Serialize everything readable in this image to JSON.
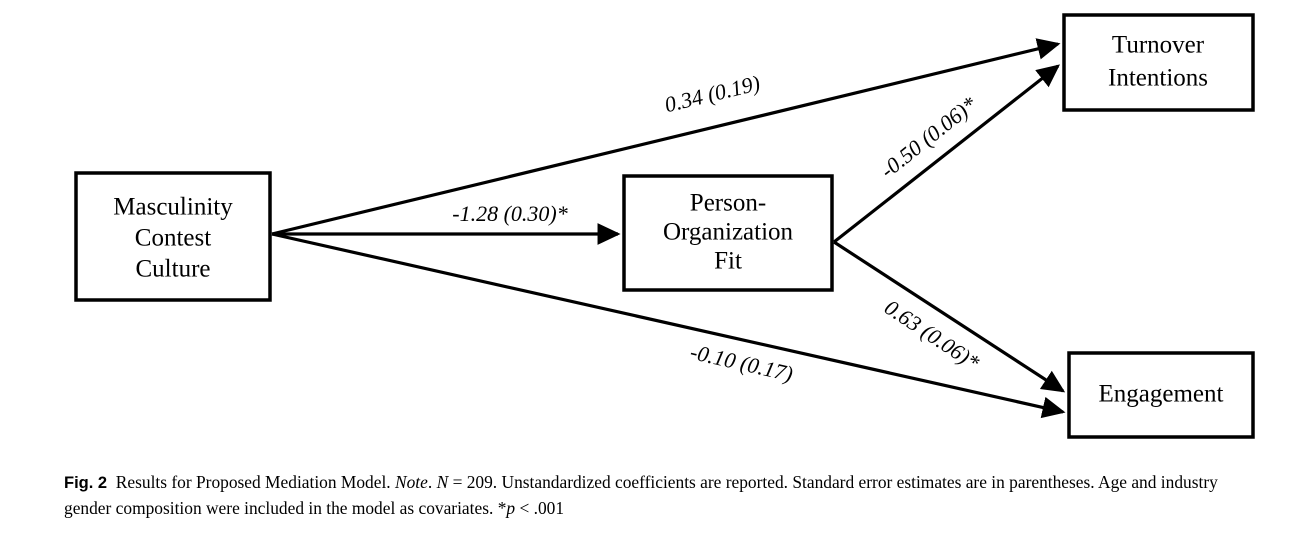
{
  "figure": {
    "type": "path-diagram",
    "nodes": [
      {
        "id": "mcc",
        "label_lines": [
          "Masculinity",
          "Contest",
          "Culture"
        ]
      },
      {
        "id": "pof",
        "label_lines": [
          "Person-",
          "Organization",
          "Fit"
        ]
      },
      {
        "id": "turnover",
        "label_lines": [
          "Turnover",
          "Intentions"
        ]
      },
      {
        "id": "engagement",
        "label_lines": [
          "Engagement"
        ]
      }
    ],
    "paths": [
      {
        "id": "mcc-to-turnover",
        "from": "mcc",
        "to": "turnover",
        "label": "0.34 (0.19)",
        "estimate": 0.34,
        "se": 0.19,
        "significant": false
      },
      {
        "id": "mcc-to-pof",
        "from": "mcc",
        "to": "pof",
        "label": "-1.28 (0.30)*",
        "estimate": -1.28,
        "se": 0.3,
        "significant": true
      },
      {
        "id": "mcc-to-engagement",
        "from": "mcc",
        "to": "engagement",
        "label": "-0.10 (0.17)",
        "estimate": -0.1,
        "se": 0.17,
        "significant": false
      },
      {
        "id": "pof-to-turnover",
        "from": "pof",
        "to": "turnover",
        "label": "-0.50 (0.06)*",
        "estimate": -0.5,
        "se": 0.06,
        "significant": true
      },
      {
        "id": "pof-to-engagement",
        "from": "pof",
        "to": "engagement",
        "label": "0.63 (0.06)*",
        "estimate": 0.63,
        "se": 0.06,
        "significant": true
      }
    ]
  },
  "caption": {
    "fig_number": "Fig. 2",
    "title": "Results for Proposed Mediation Model.",
    "note_label": "Note",
    "note_punct": ".",
    "n_symbol": "N",
    "n_value": "= 209.",
    "body": "Unstandardized coefficients are reported. Standard error estimates are in parentheses. Age and industry gender composition were included in the model as covariates.",
    "sig_star": "*",
    "sig_p": "p",
    "sig_value": "< .001"
  },
  "colors": {
    "stroke": "#000000",
    "background": "#ffffff",
    "text": "#000000"
  }
}
